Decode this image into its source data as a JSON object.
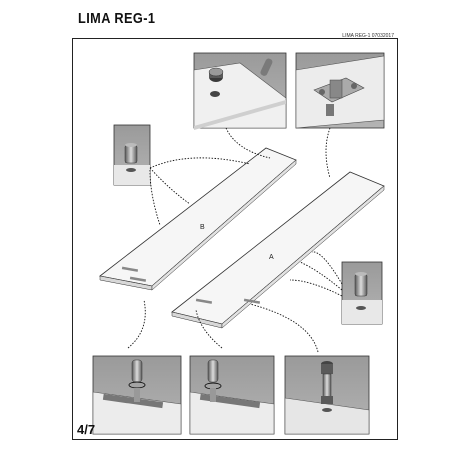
{
  "header": {
    "title": "LIMA  REG-1",
    "code": "LIMA REG-1 07032017"
  },
  "footer": {
    "page": "4/7"
  },
  "panels": {
    "left_label": "B",
    "right_label": "A"
  }
}
